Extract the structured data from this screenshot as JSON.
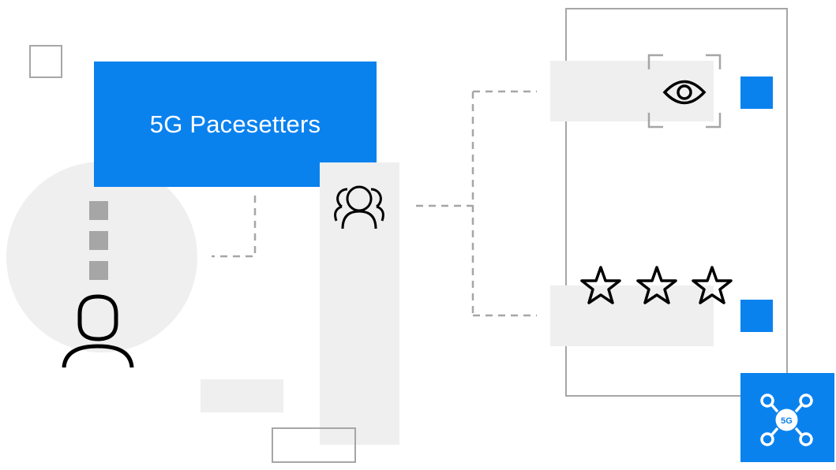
{
  "diagram": {
    "title": "5G Pacesetters",
    "badge_label": "5G",
    "rating": {
      "stars_count": 3
    },
    "icons": {
      "person": "person-icon",
      "group": "group-icon",
      "eye": "eye-icon",
      "star": "star-icon",
      "network": "network-5g-icon"
    },
    "colors": {
      "primary_blue": "#0a82ee",
      "light_gray": "#efefef",
      "mid_gray": "#a6a6a6",
      "icon_black": "#000000"
    }
  }
}
